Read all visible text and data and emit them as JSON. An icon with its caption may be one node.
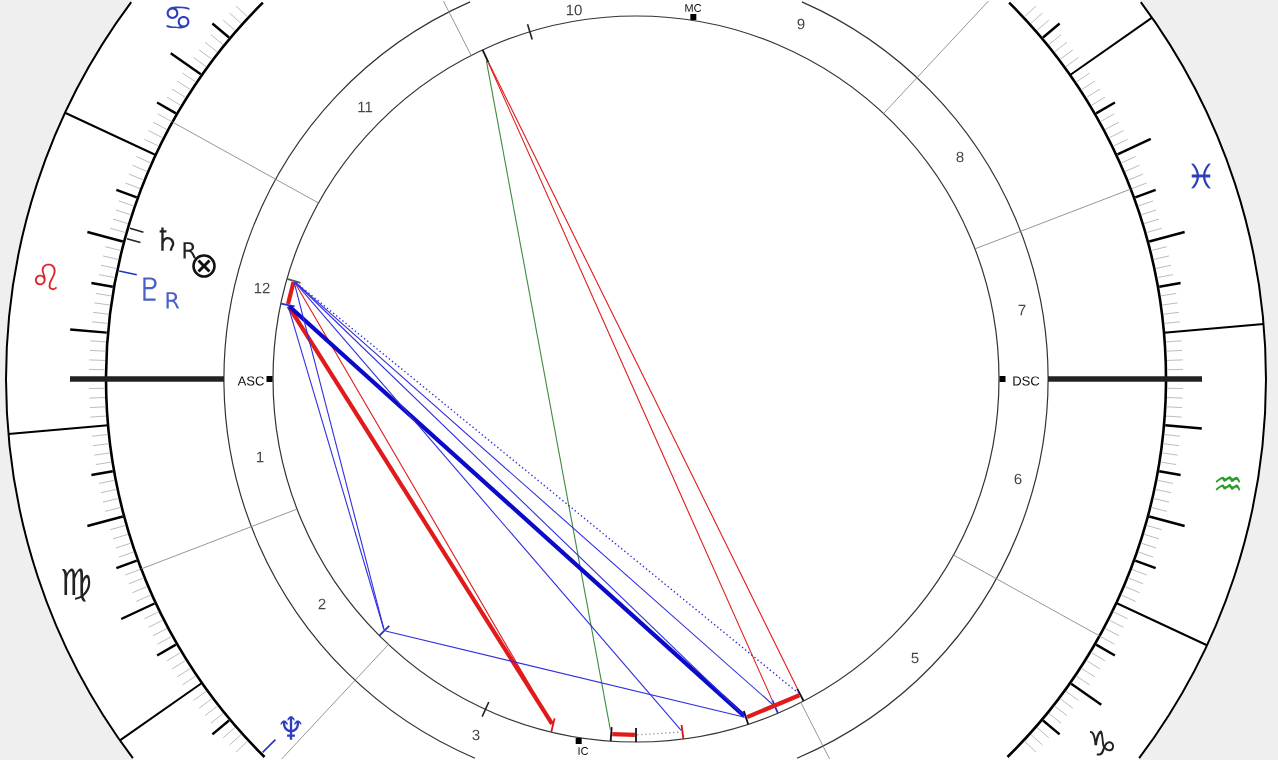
{
  "diagram": {
    "nodes": [
      {
        "text": [],
        "shape": "tick"
      },
      {
        "text": [],
        "shape": "tick"
      },
      {
        "text": [],
        "shape": "tick"
      },
      {
        "text": [],
        "shape": "tick"
      },
      {
        "text": [],
        "shape": "tick"
      },
      {
        "text": [],
        "shape": "tick"
      },
      {
        "text": [],
        "shape": "tick"
      },
      {
        "text": [],
        "shape": "tick"
      },
      {
        "text": [],
        "shape": "tick"
      },
      {
        "text": [],
        "shape": "tick"
      },
      {
        "text": [],
        "shape": "tick"
      }
    ],
    "edges": [
      {
        "from": 0,
        "to": 5,
        "arrow": "none",
        "color": "#3d8c3d"
      },
      {
        "from": 0,
        "to": 9,
        "arrow": "none",
        "color": "#e01b1b"
      },
      {
        "from": 0,
        "to": 10,
        "arrow": "none",
        "color": "#e01b1b"
      },
      {
        "from": 1,
        "to": 2,
        "arrow": "none",
        "style": "thick",
        "color": "#e01b1b"
      },
      {
        "from": 2,
        "to": 4,
        "arrow": "none",
        "style": "thick",
        "color": "#e01b1b"
      },
      {
        "from": 1,
        "to": 4,
        "arrow": "none",
        "color": "#e01b1b"
      },
      {
        "from": 2,
        "to": 8,
        "arrow": "none",
        "style": "thick",
        "color": "#0a0ac8"
      },
      {
        "from": 1,
        "to": 8,
        "arrow": "none",
        "color": "#2f2fe0"
      },
      {
        "from": 1,
        "to": 9,
        "arrow": "none",
        "color": "#2f2fe0"
      },
      {
        "from": 1,
        "to": 10,
        "arrow": "none",
        "style": "dashed",
        "color": "#2f2fe0"
      },
      {
        "from": 1,
        "to": 7,
        "arrow": "none",
        "color": "#2f2fe0"
      },
      {
        "from": 1,
        "to": 3,
        "arrow": "none",
        "color": "#2f2fe0"
      },
      {
        "from": 2,
        "to": 3,
        "arrow": "none",
        "color": "#2f2fe0"
      },
      {
        "from": 3,
        "to": 8,
        "arrow": "none",
        "color": "#2f2fe0"
      },
      {
        "from": 5,
        "to": 6,
        "arrow": "none",
        "style": "thick",
        "color": "#e01b1b"
      },
      {
        "from": 6,
        "to": 7,
        "arrow": "none",
        "style": "dashed",
        "color": "#a0a0a0"
      },
      {
        "from": 8,
        "to": 10,
        "arrow": "none",
        "style": "thick",
        "color": "#e01b1b"
      }
    ],
    "labels": [
      "♋",
      "10",
      "MC",
      "9",
      "11",
      "8",
      "♓",
      "♄$_{R}$",
      "⊗",
      "♌",
      "♇$_{R}$",
      "12",
      "7",
      "ASC",
      "DSC",
      "1",
      "6",
      "♒",
      "♍",
      "2",
      "5",
      "♆",
      "3",
      "IC",
      "♑"
    ]
  }
}
